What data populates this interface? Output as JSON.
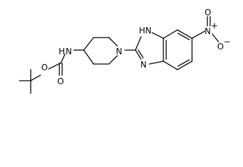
{
  "molecule": {
    "atoms": {
      "nh_carbamate": "N",
      "h_carbamate": "H",
      "o_ester": "O",
      "o_carbonyl": "O",
      "n_piperidine": "N",
      "n_imidazole_nh": "N",
      "h_imidazole": "H",
      "n_imidazole": "N",
      "n_nitro": "N",
      "o_nitro_top": "O",
      "o_nitro_bottom": "O"
    },
    "charges": {
      "n_nitro": "+",
      "o_nitro_bottom": "−"
    }
  }
}
